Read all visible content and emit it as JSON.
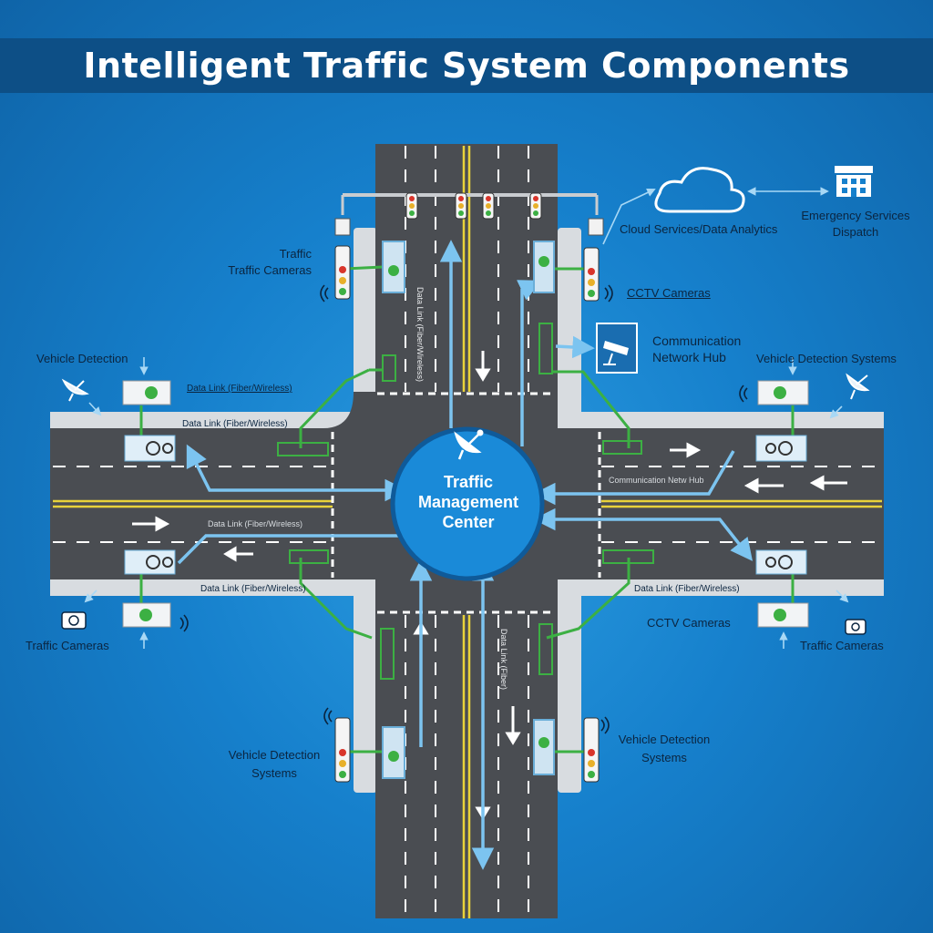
{
  "title": "Intelligent Traffic System Components",
  "center": {
    "label": "Traffic Management Center",
    "icon": "satellite-dish-icon"
  },
  "labels": {
    "top_left_traffic_cameras": "Traffic\nTraffic Cameras",
    "cloud_services": "Cloud Services/Data Analytics",
    "emergency_services": "Emergency Services\nDispatch",
    "cctv_top": "CCTV Cameras",
    "comm_hub": "Communication\nNetwork Hub",
    "vehicle_detection_left": "Vehicle Detection",
    "vehicle_detection_right": "Vehicle Detection Systems",
    "data_link_top_left_small": "Data Link (Fiber/Wireless)",
    "data_link_left_upper": "Data Link (Fiber/Wireless)",
    "data_link_left_mid": "Data Link (Fiber/Wireless)",
    "data_link_left_lower": "Data Link (Fiber/Wireless)",
    "data_link_right_lower": "Data Link (Fiber/Wireless)",
    "comm_hub_road": "Communication Netw Hub",
    "traffic_cameras_bottom_left": "Traffic Cameras",
    "cctv_bottom_right": "CCTV Cameras",
    "traffic_cameras_bottom_right": "Traffic Cameras",
    "vehicle_detection_bottom_left": "Vehicle Detection\nSystems",
    "vehicle_detection_bottom_right": "Vehicle Detection\nSystems",
    "road_vertical_top": "Data Link (Fiber/Wireless)",
    "road_vertical_bottom": "Data Link (Fiber)"
  },
  "colors": {
    "background": "#1680cc",
    "title_bar": "#0d4f86",
    "road": "#4a4d52",
    "sidewalk": "#d8dce0",
    "lane_yellow": "#e8d23a",
    "data_link_blue": "#5fb3e8",
    "local_link_green": "#3cb043",
    "tmc_fill": "#1a8ad8"
  }
}
